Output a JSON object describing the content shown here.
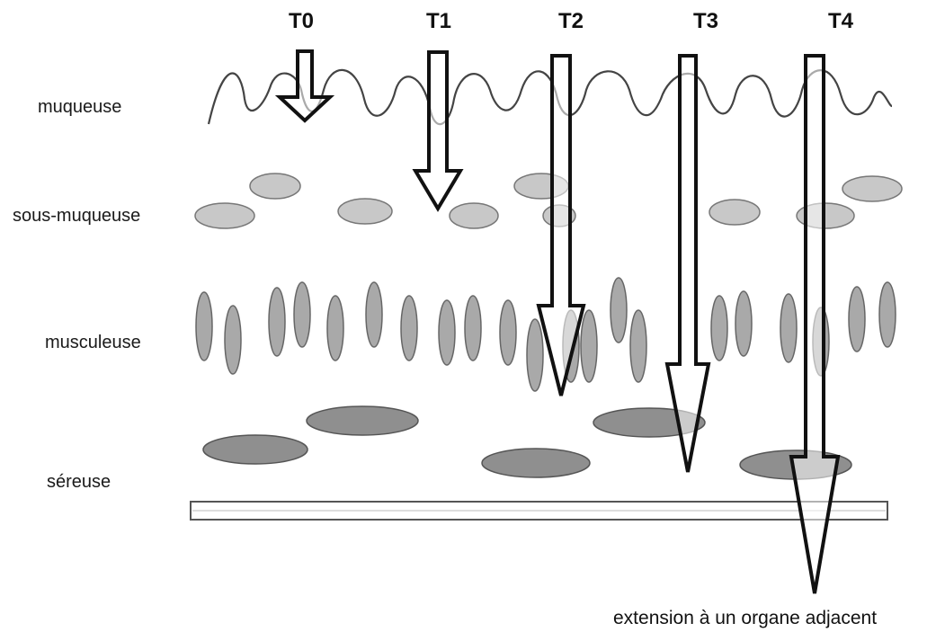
{
  "layers": {
    "mucosa": "muqueuse",
    "submucosa": "sous-muqueuse",
    "muscularis": "musculeuse",
    "serosa": "séreuse"
  },
  "stages": [
    "T0",
    "T1",
    "T2",
    "T3",
    "T4"
  ],
  "footnote": "extension à un organe adjacent",
  "colors": {
    "ink": "#111111",
    "submucosa_fill": "#c8c8c8",
    "muscle_fill": "#a9a9a9",
    "serosa_fill": "#8f8f8f",
    "background": "#ffffff"
  }
}
